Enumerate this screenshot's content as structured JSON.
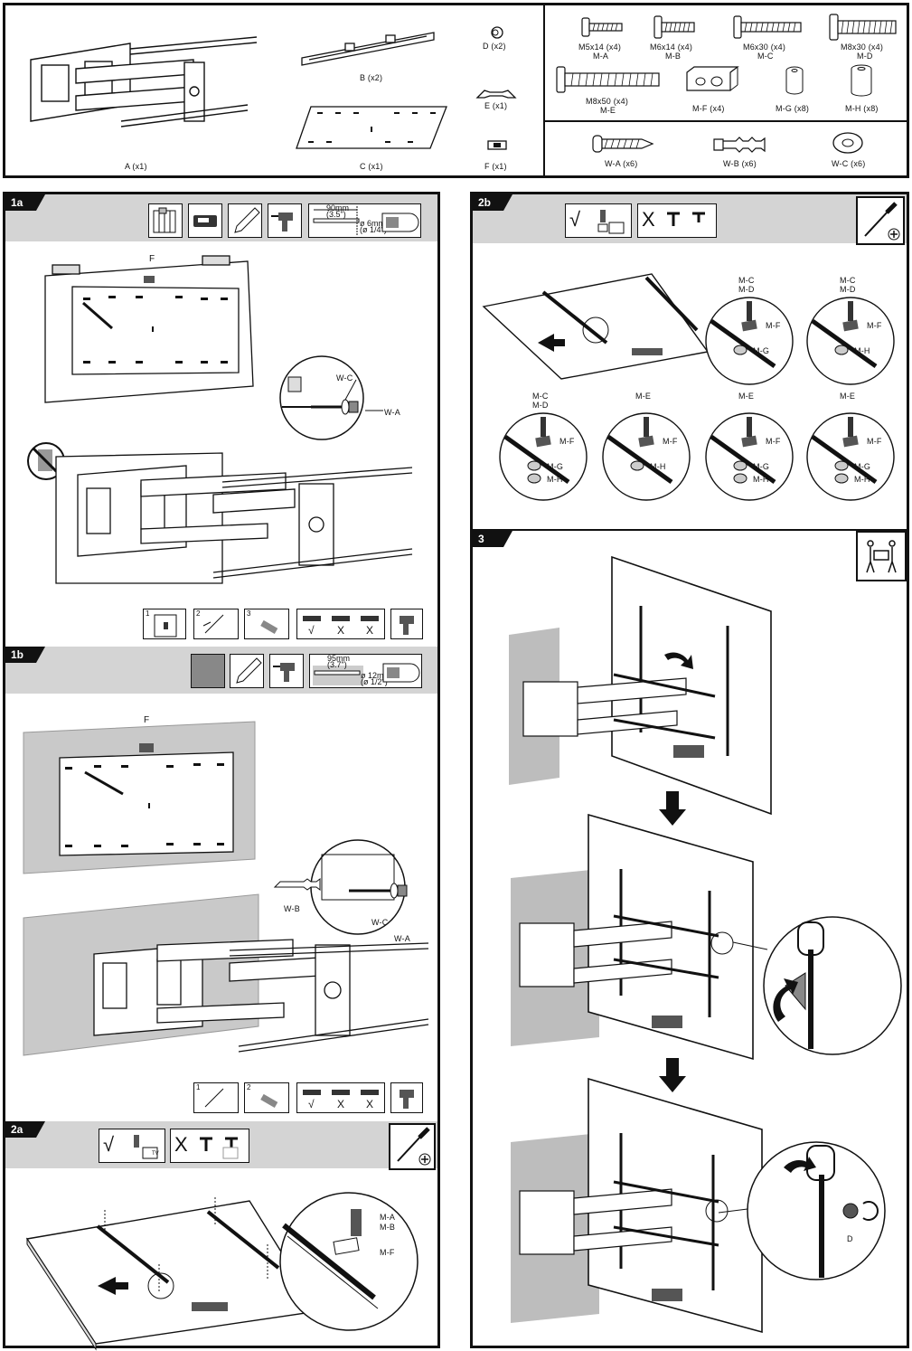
{
  "parts": {
    "bracket_parts": [
      {
        "id": "A",
        "label": "A (x1)"
      },
      {
        "id": "B",
        "label": "B (x2)"
      },
      {
        "id": "C",
        "label": "C (x1)"
      },
      {
        "id": "D",
        "label": "D (x2)"
      },
      {
        "id": "E",
        "label": "E (x1)"
      },
      {
        "id": "F",
        "label": "F (x1)"
      }
    ],
    "tv_hardware": [
      {
        "size": "M5x14 (x4)",
        "code": "M-A"
      },
      {
        "size": "M6x14 (x4)",
        "code": "M-B"
      },
      {
        "size": "M6x30 (x4)",
        "code": "M-C"
      },
      {
        "size": "M8x30 (x4)",
        "code": "M-D"
      },
      {
        "size": "M8x50 (x4)",
        "code": "M-E"
      },
      {
        "size": "M-F (x4)",
        "code": ""
      },
      {
        "size": "M-G (x8)",
        "code": ""
      },
      {
        "size": "M-H (x8)",
        "code": ""
      }
    ],
    "wall_hardware": [
      {
        "label": "W-A (x6)"
      },
      {
        "label": "W-B (x6)"
      },
      {
        "label": "W-C (x6)"
      }
    ]
  },
  "steps": {
    "s1a": {
      "tag": "1a",
      "drill": {
        "depth_mm": "90mm",
        "depth_in": "(3.5\")",
        "bit_mm": "ø 6mm",
        "bit_in": "(ø 1/4\")"
      },
      "labels": {
        "F": "F",
        "WC": "W-C",
        "WA": "W-A"
      },
      "subnums": [
        "1",
        "2",
        "3"
      ]
    },
    "s1b": {
      "tag": "1b",
      "drill": {
        "depth_mm": "95mm",
        "depth_in": "(3.7\")",
        "bit_mm": "ø 12mm",
        "bit_in": "(ø 1/2\")"
      },
      "labels": {
        "F": "F",
        "WB": "W-B",
        "WC": "W-C",
        "WA": "W-A"
      },
      "subnums": [
        "1",
        "2"
      ]
    },
    "s2a": {
      "tag": "2a",
      "labels": {
        "MA": "M-A",
        "MB": "M-B",
        "MF": "M-F",
        "TV": "TV"
      }
    },
    "s2b": {
      "tag": "2b",
      "details": [
        {
          "screws": [
            "M-C",
            "M-D"
          ],
          "washer": "M-F",
          "spacers": [
            "M-G"
          ]
        },
        {
          "screws": [
            "M-C",
            "M-D"
          ],
          "washer": "M-F",
          "spacers": [
            "M-H"
          ]
        },
        {
          "screws": [
            "M-C",
            "M-D"
          ],
          "washer": "M-F",
          "spacers": [
            "M-G",
            "M-H"
          ]
        },
        {
          "screws": [
            "M-E"
          ],
          "washer": "M-F",
          "spacers": [
            "M-H"
          ]
        },
        {
          "screws": [
            "M-E"
          ],
          "washer": "M-F",
          "spacers": [
            "M-G",
            "M-H"
          ]
        },
        {
          "screws": [
            "M-E"
          ],
          "washer": "M-F",
          "spacers": [
            "M-G",
            "M-H"
          ]
        }
      ]
    },
    "s3": {
      "tag": "3",
      "labels": {
        "D": "D"
      }
    }
  },
  "marks": {
    "check": "√",
    "cross": "X"
  }
}
